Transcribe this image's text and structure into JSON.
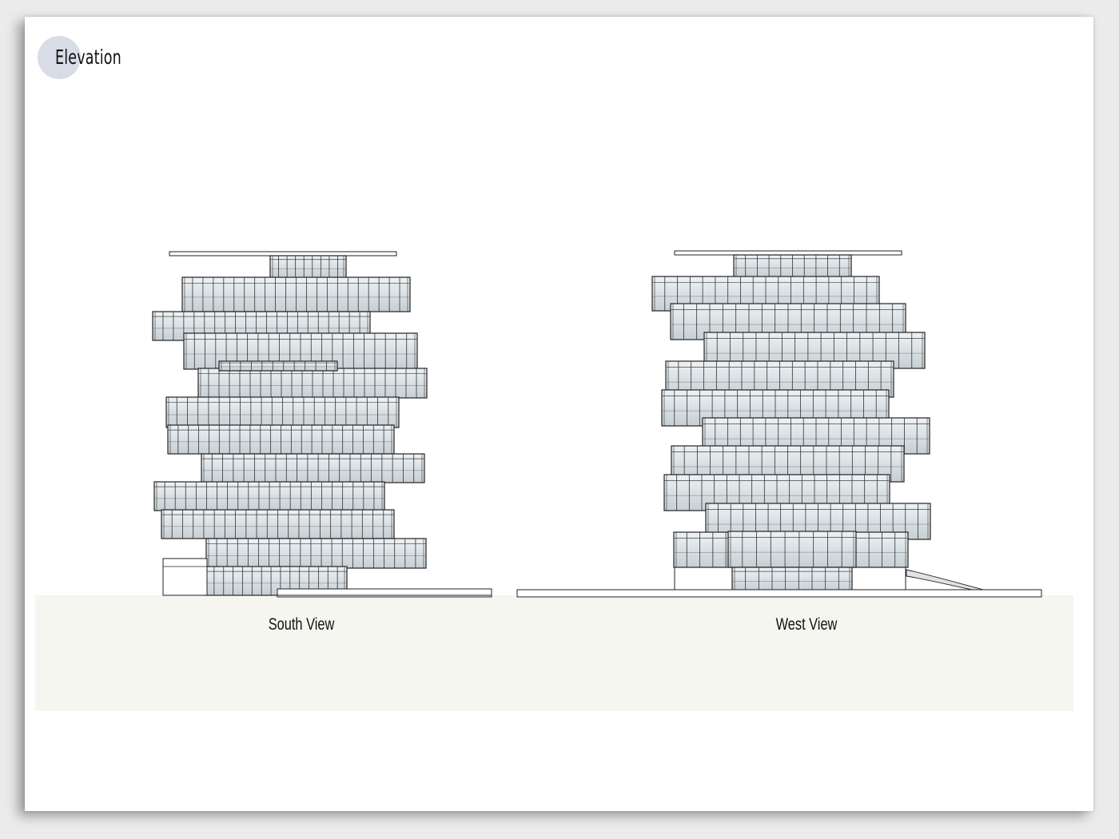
{
  "page": {
    "title": "Elevation"
  },
  "views": [
    {
      "id": "south",
      "caption": "South View"
    },
    {
      "id": "west",
      "caption": "West View"
    }
  ]
}
